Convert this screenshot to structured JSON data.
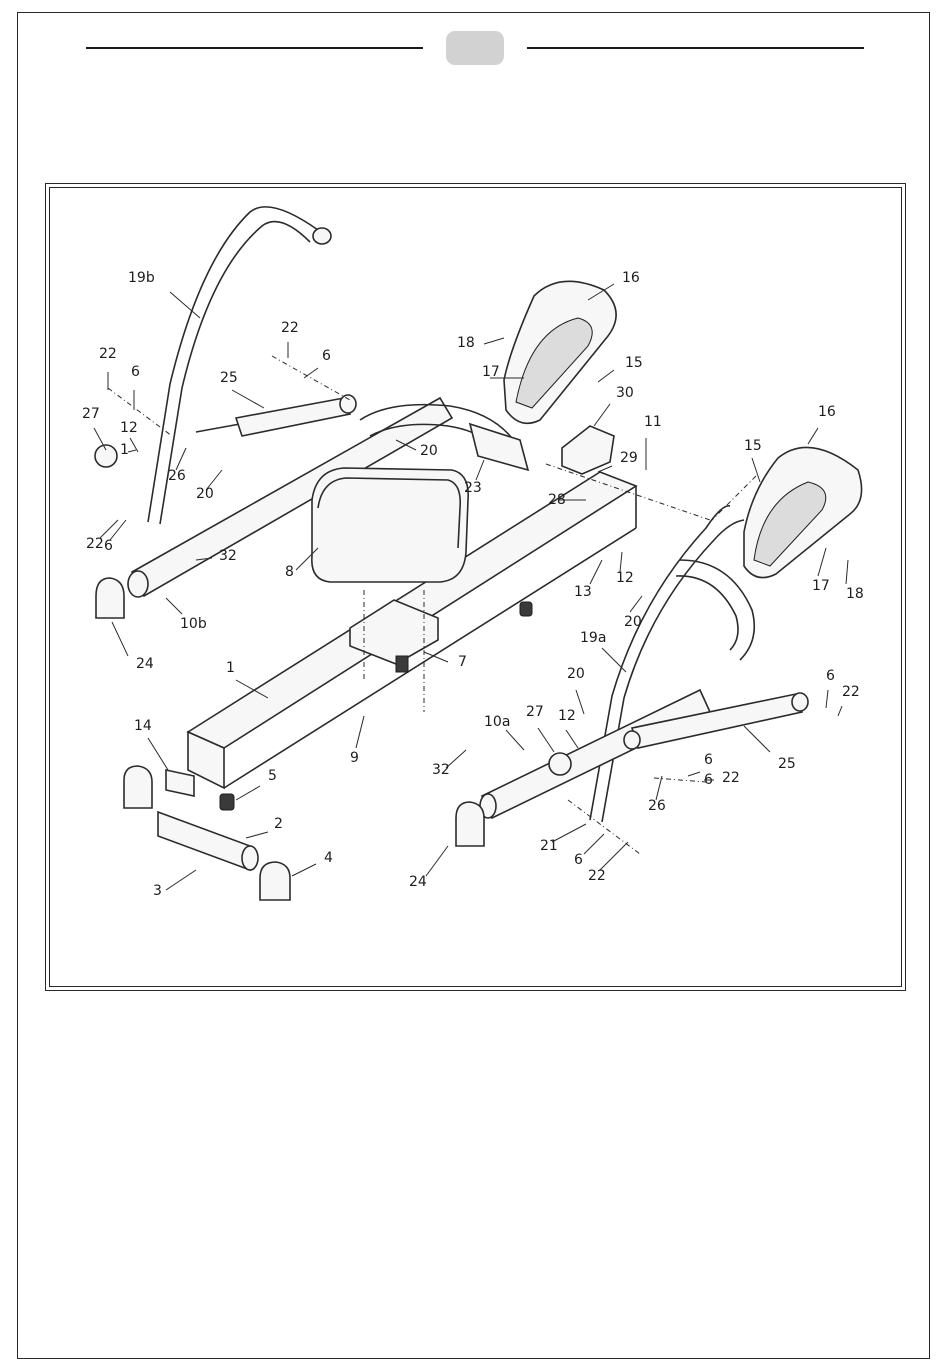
{
  "diagram": {
    "labels": [
      {
        "id": "19b",
        "text": "19b"
      },
      {
        "id": "22a",
        "text": "22"
      },
      {
        "id": "6a",
        "text": "6"
      },
      {
        "id": "27a",
        "text": "27"
      },
      {
        "id": "12a",
        "text": "12"
      },
      {
        "id": "1a",
        "text": "1"
      },
      {
        "id": "26a",
        "text": "26"
      },
      {
        "id": "20a",
        "text": "20"
      },
      {
        "id": "22b",
        "text": "22"
      },
      {
        "id": "6b",
        "text": "6"
      },
      {
        "id": "25a",
        "text": "25"
      },
      {
        "id": "22c",
        "text": "22"
      },
      {
        "id": "6c",
        "text": "6"
      },
      {
        "id": "20b",
        "text": "20"
      },
      {
        "id": "23",
        "text": "23"
      },
      {
        "id": "32a",
        "text": "32"
      },
      {
        "id": "8",
        "text": "8"
      },
      {
        "id": "10b",
        "text": "10b"
      },
      {
        "id": "24a",
        "text": "24"
      },
      {
        "id": "18a",
        "text": "18"
      },
      {
        "id": "17a",
        "text": "17"
      },
      {
        "id": "16a",
        "text": "16"
      },
      {
        "id": "15a",
        "text": "15"
      },
      {
        "id": "30",
        "text": "30"
      },
      {
        "id": "11",
        "text": "11"
      },
      {
        "id": "29",
        "text": "29"
      },
      {
        "id": "28",
        "text": "28"
      },
      {
        "id": "16b",
        "text": "16"
      },
      {
        "id": "15b",
        "text": "15"
      },
      {
        "id": "17b",
        "text": "17"
      },
      {
        "id": "18b",
        "text": "18"
      },
      {
        "id": "13",
        "text": "13"
      },
      {
        "id": "12b",
        "text": "12"
      },
      {
        "id": "20c",
        "text": "20"
      },
      {
        "id": "19a",
        "text": "19a"
      },
      {
        "id": "1b",
        "text": "1"
      },
      {
        "id": "7",
        "text": "7"
      },
      {
        "id": "9",
        "text": "9"
      },
      {
        "id": "14",
        "text": "14"
      },
      {
        "id": "5",
        "text": "5"
      },
      {
        "id": "2",
        "text": "2"
      },
      {
        "id": "3",
        "text": "3"
      },
      {
        "id": "4",
        "text": "4"
      },
      {
        "id": "20d",
        "text": "20"
      },
      {
        "id": "27b",
        "text": "27"
      },
      {
        "id": "12c",
        "text": "12"
      },
      {
        "id": "10a",
        "text": "10a"
      },
      {
        "id": "32b",
        "text": "32"
      },
      {
        "id": "6d",
        "text": "6"
      },
      {
        "id": "22d",
        "text": "22"
      },
      {
        "id": "25b",
        "text": "25"
      },
      {
        "id": "6e",
        "text": "6"
      },
      {
        "id": "6f",
        "text": "6"
      },
      {
        "id": "22e",
        "text": "22"
      },
      {
        "id": "26b",
        "text": "26"
      },
      {
        "id": "21",
        "text": "21"
      },
      {
        "id": "6g",
        "text": "6"
      },
      {
        "id": "22f",
        "text": "22"
      },
      {
        "id": "24b",
        "text": "24"
      }
    ]
  }
}
